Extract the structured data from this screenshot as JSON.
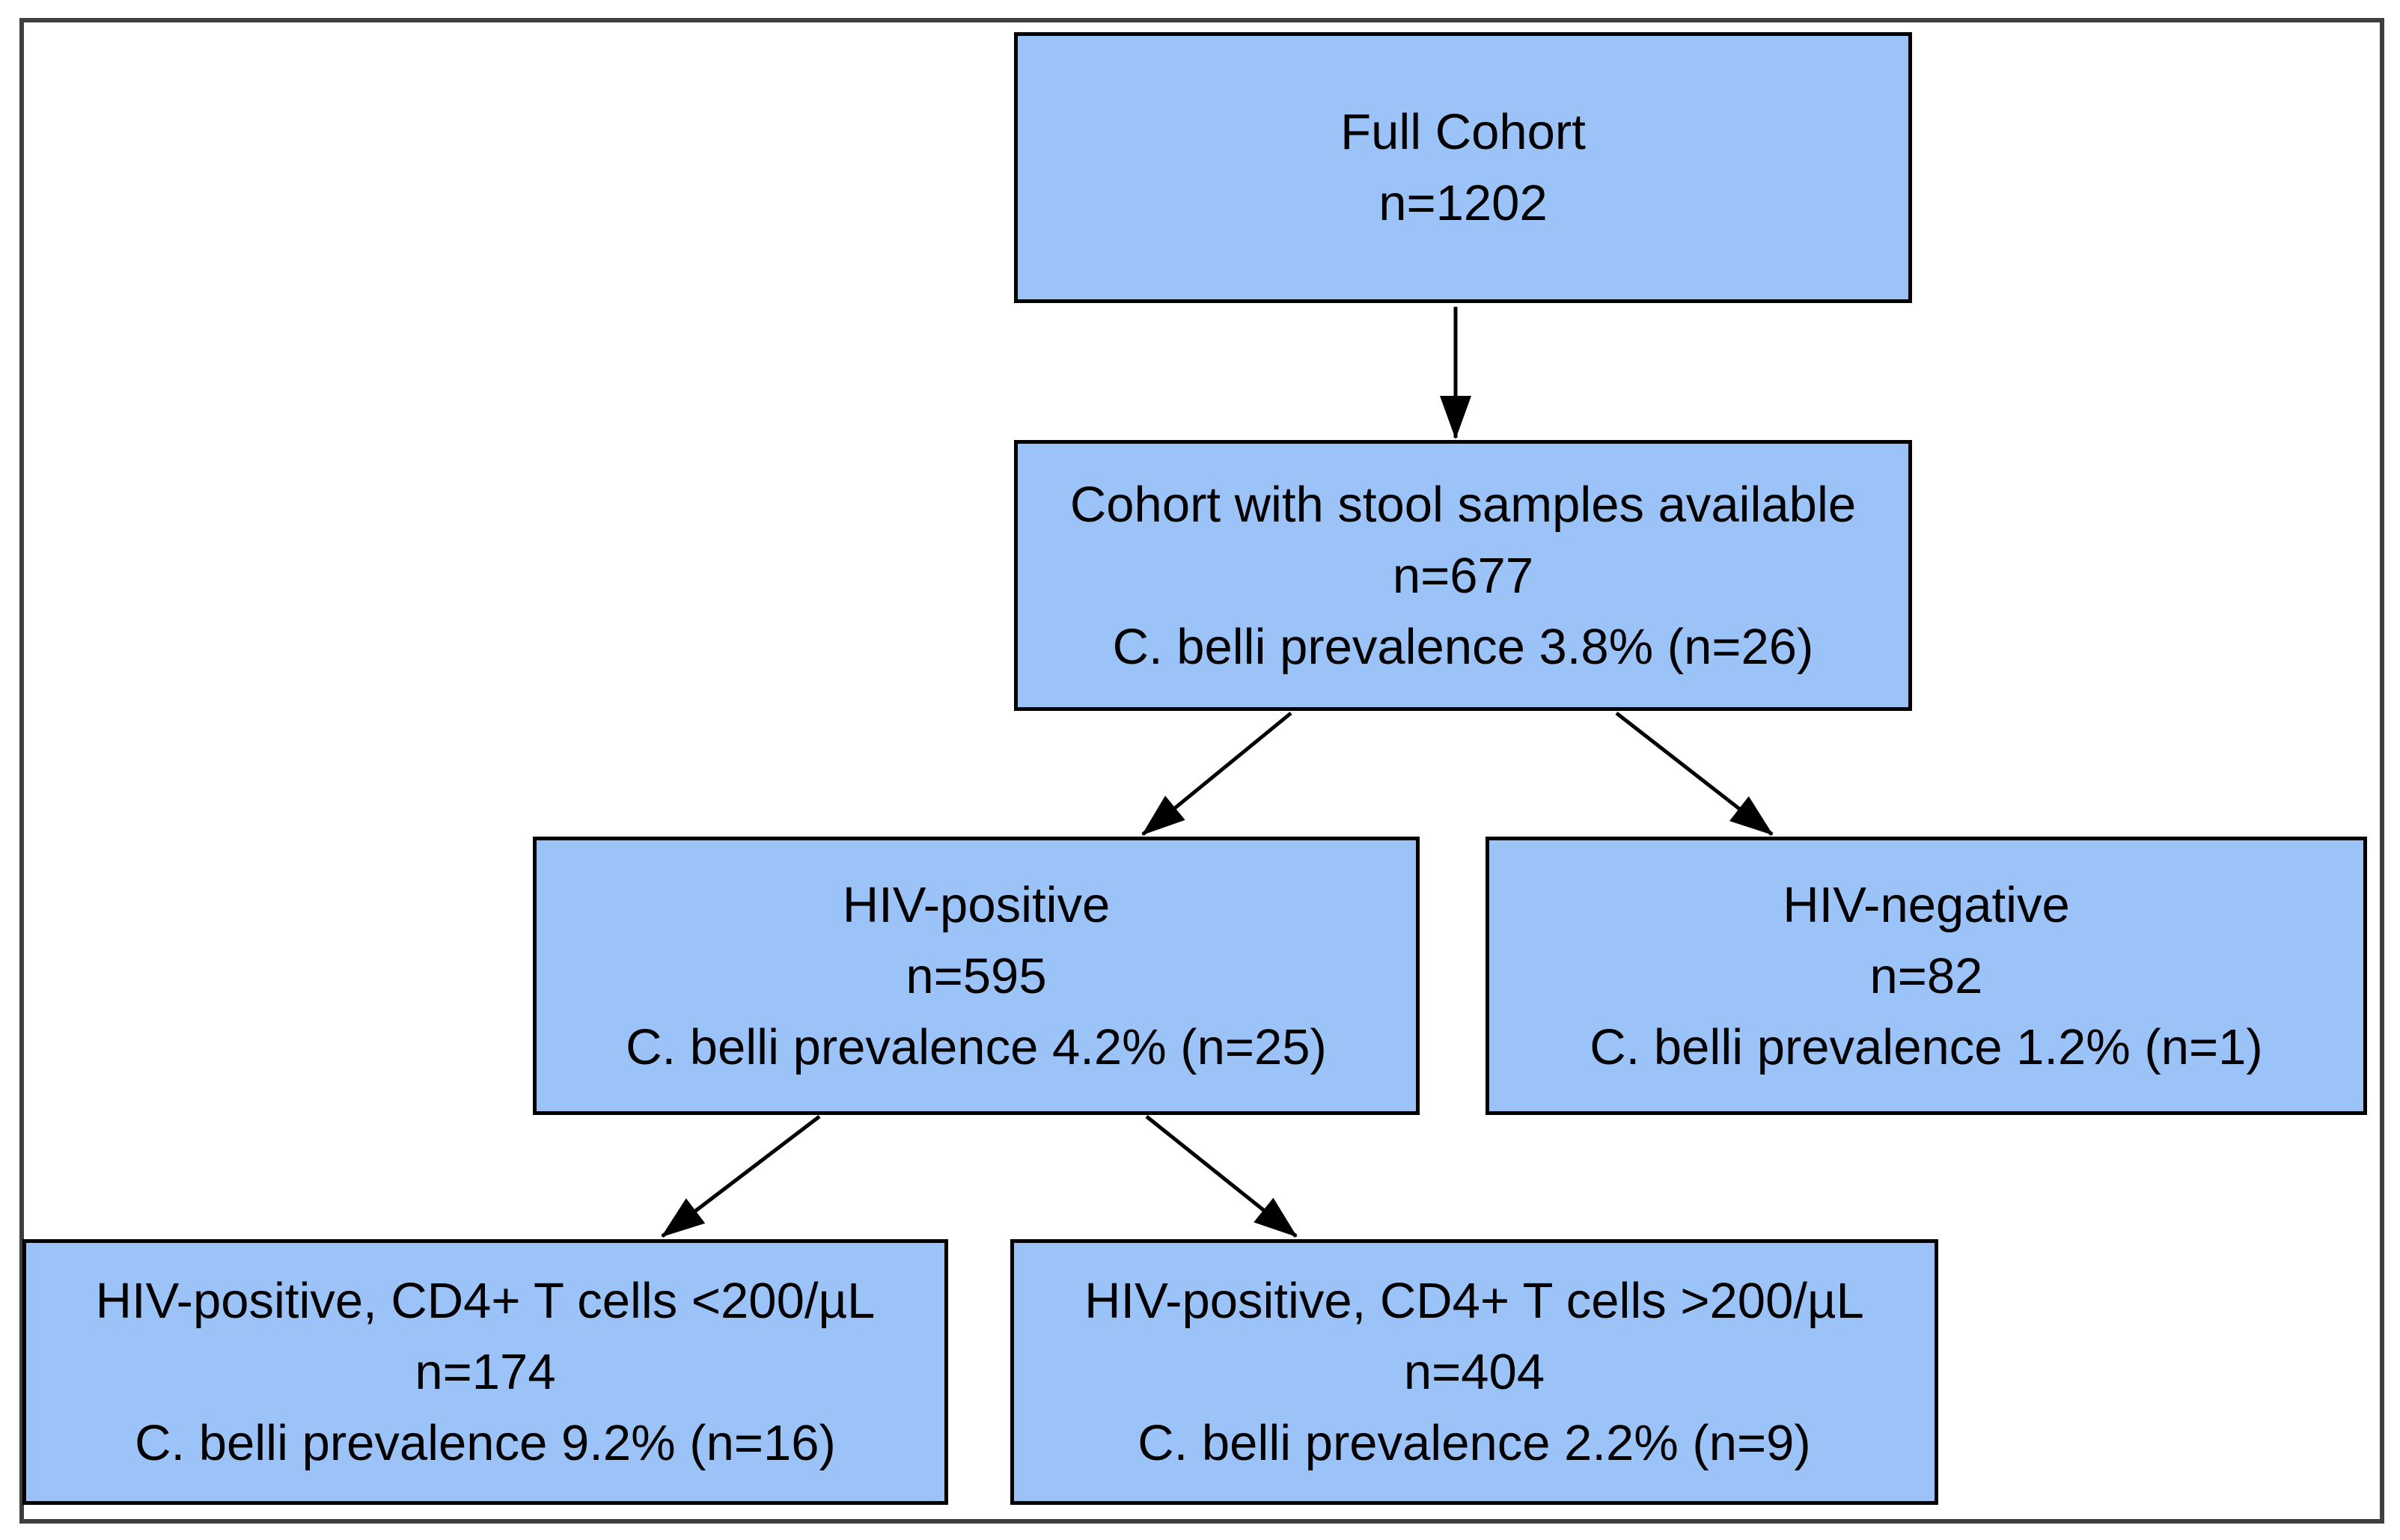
{
  "colors": {
    "node_fill": "#9CC3F8",
    "node_border": "#000000",
    "arrow": "#000000",
    "frame_border": "#3F3F3F",
    "background": "#FFFFFF"
  },
  "nodes": {
    "full_cohort": {
      "line1": "Full Cohort",
      "line2": "n=1202"
    },
    "stool_cohort": {
      "line1": "Cohort with stool samples available",
      "line2": "n=677",
      "line3": "C. belli prevalence 3.8% (n=26)"
    },
    "hiv_positive": {
      "line1": "HIV-positive",
      "line2": "n=595",
      "line3": "C. belli prevalence 4.2% (n=25)"
    },
    "hiv_negative": {
      "line1": "HIV-negative",
      "line2": "n=82",
      "line3": "C. belli prevalence 1.2% (n=1)"
    },
    "cd4_below_200": {
      "line1": "HIV-positive, CD4+ T cells <200/µL",
      "line2": "n=174",
      "line3": "C. belli prevalence 9.2% (n=16)"
    },
    "cd4_above_200": {
      "line1": "HIV-positive, CD4+ T cells >200/µL",
      "line2": "n=404",
      "line3": "C. belli prevalence 2.2% (n=9)"
    }
  },
  "edges": [
    {
      "from": "full_cohort",
      "to": "stool_cohort"
    },
    {
      "from": "stool_cohort",
      "to": "hiv_positive"
    },
    {
      "from": "stool_cohort",
      "to": "hiv_negative"
    },
    {
      "from": "hiv_positive",
      "to": "cd4_below_200"
    },
    {
      "from": "hiv_positive",
      "to": "cd4_above_200"
    }
  ]
}
